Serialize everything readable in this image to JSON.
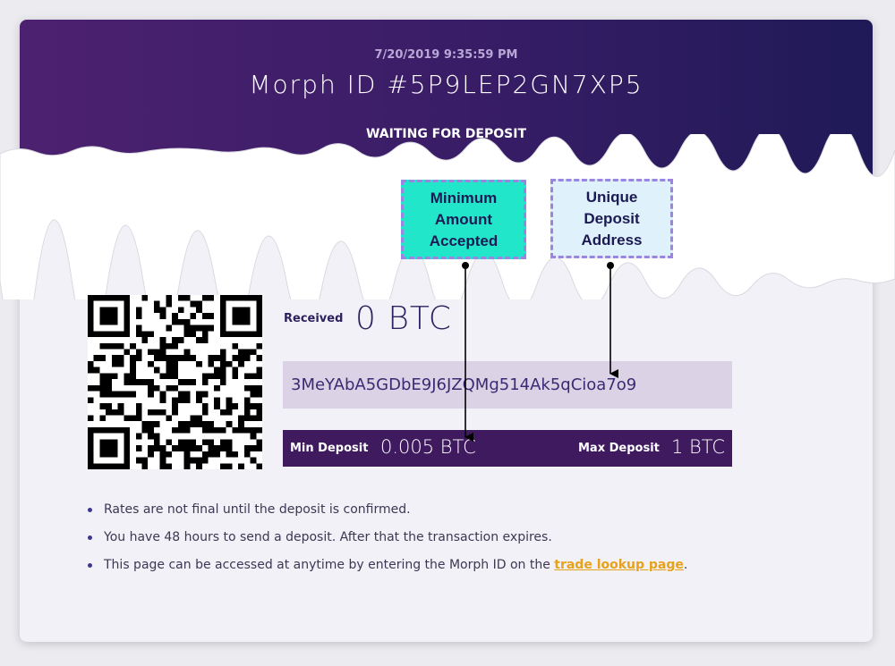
{
  "header": {
    "timestamp": "7/20/2019 9:35:59 PM",
    "morph_id": "Morph ID #5P9LEP2GN7XP5",
    "status": "WAITING FOR DEPOSIT"
  },
  "annotations": {
    "minimum": [
      "Minimum",
      "Amount",
      "Accepted"
    ],
    "address": [
      "Unique",
      "Deposit",
      "Address"
    ]
  },
  "deposit": {
    "received_label": "Received",
    "received_value": "0 BTC",
    "address": "3MeYAbA5GDbE9J6JZQMg514Ak5qCioa7o9",
    "min_label": "Min Deposit",
    "min_value": "0.005 BTC",
    "max_label": "Max Deposit",
    "max_value": "1 BTC"
  },
  "notes": {
    "note1": "Rates are not final until the deposit is confirmed.",
    "note2": "You have 48 hours to send a deposit. After that the transaction expires.",
    "note3_prefix": "This page can be accessed at anytime by entering the Morph ID on the ",
    "note3_link": "trade lookup page",
    "note3_suffix": "."
  },
  "colors": {
    "header_gradient_start": "#4c2170",
    "header_gradient_end": "#1f1a57",
    "accent_link": "#e7a21c",
    "limits_bar": "#3f1a5f",
    "address_bg": "#dbd3e5",
    "callout_min_bg": "#22e6c9",
    "callout_addr_bg": "#dff1fb"
  }
}
